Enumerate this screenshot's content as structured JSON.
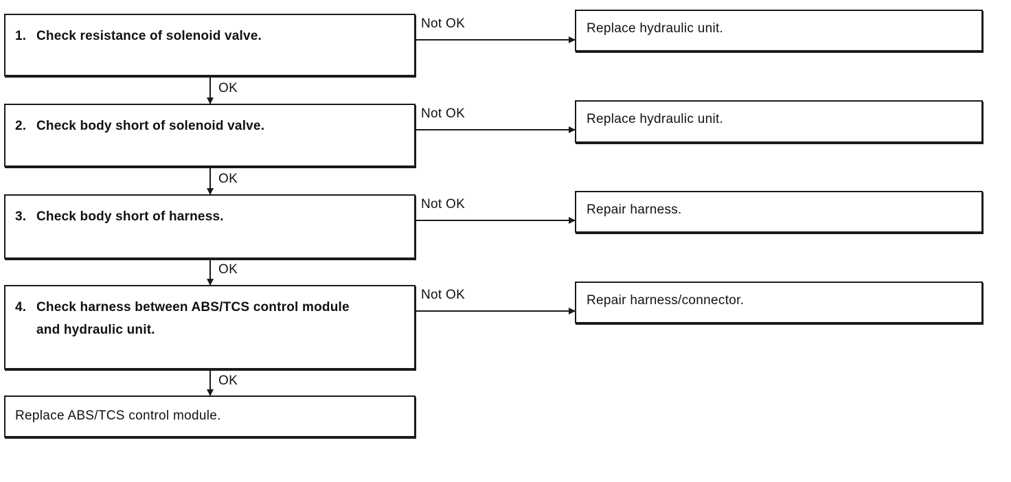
{
  "flowchart": {
    "steps": [
      {
        "number": "1.",
        "text": "Check resistance of solenoid valve."
      },
      {
        "number": "2.",
        "text": "Check body short of solenoid valve."
      },
      {
        "number": "3.",
        "text": "Check body short of harness."
      },
      {
        "number": "4.",
        "text": "Check harness between ABS/TCS control module and hydraulic unit."
      }
    ],
    "actions": [
      "Replace hydraulic unit.",
      "Replace hydraulic unit.",
      "Repair harness.",
      "Repair harness/connector."
    ],
    "final_action": "Replace ABS/TCS control module.",
    "labels": {
      "ok": "OK",
      "not_ok": "Not OK"
    }
  }
}
